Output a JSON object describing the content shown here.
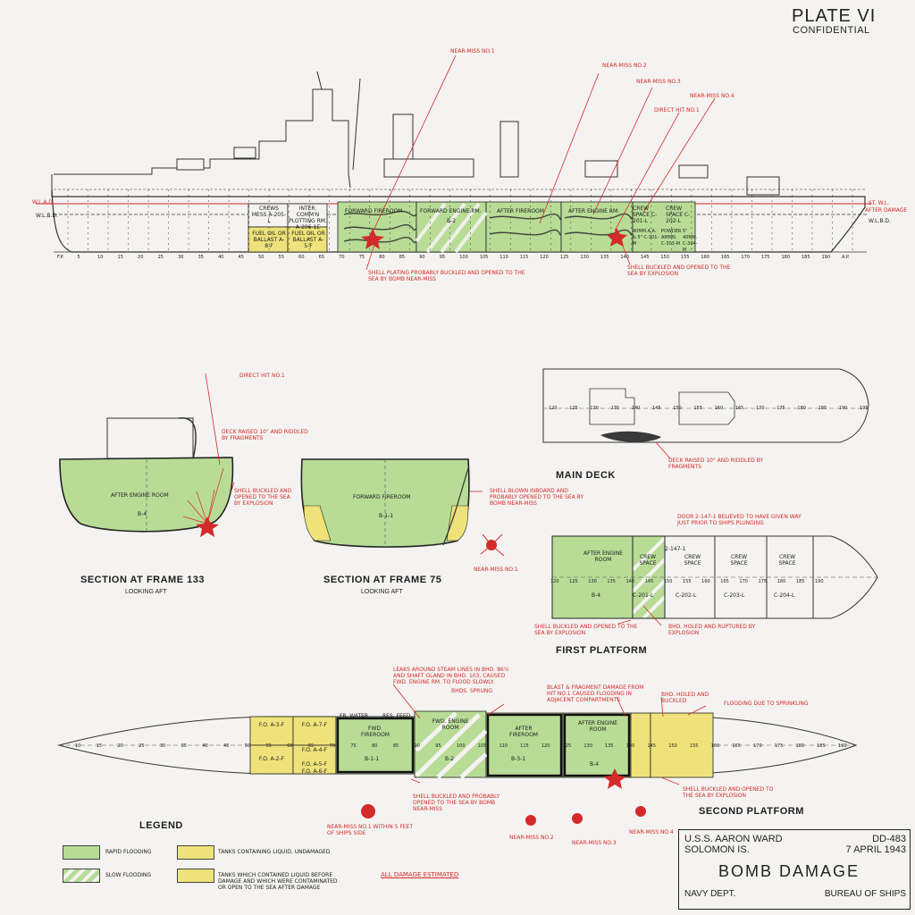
{
  "header": {
    "plate": "PLATE VI",
    "classification": "CONFIDENTIAL"
  },
  "profile": {
    "waterlines": {
      "wlad": "W.L.A.D.",
      "wlbd": "W.L.B.D.",
      "stwl": "ST. W.L.",
      "after_damage": "AFTER DAMAGE",
      "wlbd_right": "W.L.B.D."
    },
    "hits": [
      "NEAR-MISS NO.1",
      "NEAR-MISS NO.2",
      "NEAR-MISS NO.3",
      "DIRECT HIT NO.1",
      "NEAR-MISS NO.4"
    ],
    "compartments": [
      "CREWS MESS A-205-L",
      "INTER. COMM'N PLOTTING RM. A-206-1E",
      "FORWARD FIREROOM",
      "FORWARD ENGINE RM.",
      "B-2",
      "AFTER FIREROOM",
      "AFTER ENGINE RM.",
      "CREW SPACE C-201-L",
      "CREW SPACE C-202-L",
      "FUEL OIL OR BALLAST A-8-F",
      "FUEL OIL OR BALLAST A-5-F",
      "40MM.A.A. & 5\" C-301-M",
      "POWDER AMMN. C-303-M",
      "5\" 40MM. C-304-M"
    ],
    "frames": [
      "F.P.",
      "5",
      "10",
      "15",
      "20",
      "25",
      "30",
      "35",
      "40",
      "45",
      "50",
      "55",
      "60",
      "65",
      "70",
      "75",
      "80",
      "85",
      "90",
      "95",
      "100",
      "105",
      "110",
      "115",
      "120",
      "125",
      "130",
      "135",
      "140",
      "145",
      "150",
      "155",
      "160",
      "165",
      "170",
      "175",
      "180",
      "185",
      "190",
      "A.P."
    ],
    "notes": [
      "SHELL PLATING PROBABLY BUCKLED AND OPENED TO THE SEA BY BOMB NEAR-MISS",
      "SHELL BUCKLED AND OPENED TO THE SEA BY EXPLOSION"
    ]
  },
  "section133": {
    "title": "SECTION AT FRAME 133",
    "sub": "LOOKING AFT",
    "room": "AFTER ENGINE ROOM",
    "code": "B-4",
    "hit": "DIRECT HIT NO.1",
    "note1": "DECK RAISED 10\" AND RIDDLED BY FRAGMENTS",
    "note2": "SHELL BUCKLED AND OPENED TO THE SEA BY EXPLOSION"
  },
  "section75": {
    "title": "SECTION AT FRAME 75",
    "sub": "LOOKING AFT",
    "room": "FORWARD FIREROOM",
    "code": "B-1-1",
    "note": "SHELL BLOWN INBOARD AND PROBABLY OPENED TO THE SEA BY BOMB NEAR-MISS",
    "nearmiss": "NEAR-MISS NO.1"
  },
  "main_deck": {
    "title": "MAIN DECK",
    "frames": [
      "120",
      "125",
      "130",
      "135",
      "140",
      "145",
      "150",
      "155",
      "160",
      "165",
      "170",
      "175",
      "180",
      "185",
      "190",
      "195"
    ],
    "note": "DECK RAISED 10\" AND RIDDLED BY FRAGMENTS"
  },
  "first_platform": {
    "title": "FIRST PLATFORM",
    "note_top": "DOOR 2-147-1 BELIEVED TO HAVE GIVEN WAY JUST PRIOR TO SHIPS PLUNGING",
    "door": "2-147-1",
    "rooms": [
      {
        "name": "AFTER ENGINE ROOM",
        "code": "B-4"
      },
      {
        "name": "CREW SPACE",
        "code": "C-201-L"
      },
      {
        "name": "CREW SPACE",
        "code": "C-202-L"
      },
      {
        "name": "CREW SPACE",
        "code": "C-203-L"
      },
      {
        "name": "CREW SPACE",
        "code": "C-204-L"
      }
    ],
    "frames": [
      "120",
      "125",
      "130",
      "135",
      "140",
      "145",
      "150",
      "155",
      "160",
      "165",
      "170",
      "175",
      "180",
      "185",
      "190"
    ],
    "note_left": "SHELL BUCKLED AND OPENED TO THE SEA BY EXPLOSION",
    "note_right": "BHD. HOLED AND RUPTURED BY EXPLOSION"
  },
  "second_platform": {
    "title": "SECOND PLATFORM",
    "notes": [
      "LEAKS AROUND STEAM LINES IN BHD. 86½ AND SHAFT GLAND IN BHD. 103, CAUSED FWD. ENGINE RM. TO FLOOD SLOWLY.",
      "BHDS. SPRUNG",
      "BLAST & FRAGMENT DAMAGE FROM HIT NO.1 CAUSED FLOODING IN ADJACENT COMPARTMENTS",
      "BHD. HOLED AND BUCKLED",
      "FLOODING DUE TO SPRINKLING",
      "SHELL BUCKLED AND PROBABLY OPENED TO THE SEA BY BOMB NEAR-MISS",
      "SHELL BUCKLED AND OPENED TO THE SEA BY EXPLOSION"
    ],
    "tanks": [
      "F.O. A-3-F",
      "F.O. A-7-F",
      "F.O. A-2-F",
      "F.O. A-4-F",
      "F.O. A-5-F",
      "F.O. A-6-F",
      "FR. WATER",
      "RES. FEED"
    ],
    "rooms": [
      {
        "name": "FWD. FIREROOM",
        "code": "B-1-1"
      },
      {
        "name": "FWD. ENGINE ROOM",
        "code": "B-2"
      },
      {
        "name": "AFTER FIREROOM",
        "code": "B-3-1"
      },
      {
        "name": "AFTER ENGINE ROOM",
        "code": "B-4"
      }
    ],
    "frames": [
      "10",
      "15",
      "20",
      "25",
      "30",
      "35",
      "40",
      "45",
      "50",
      "55",
      "60",
      "65",
      "70",
      "75",
      "80",
      "85",
      "90",
      "95",
      "100",
      "105",
      "110",
      "115",
      "120",
      "125",
      "130",
      "135",
      "140",
      "145",
      "150",
      "155",
      "160",
      "165",
      "170",
      "175",
      "180",
      "185",
      "190"
    ],
    "nearmisses": [
      "NEAR-MISS NO.1 WITHIN 5 FEET OF SHIPS SIDE",
      "NEAR-MISS NO.2",
      "NEAR-MISS NO.3",
      "NEAR-MISS NO.4"
    ]
  },
  "legend": {
    "title": "LEGEND",
    "items": [
      {
        "label": "RAPID FLOODING",
        "color": "#b8dc96"
      },
      {
        "label": "SLOW FLOODING",
        "color": "#b8dc96"
      },
      {
        "label": "TANKS CONTAINING LIQUID, UNDAMAGED",
        "color": "#efe27a"
      },
      {
        "label": "TANKS WHICH CONTAINED LIQUID BEFORE DAMAGE AND WHICH WERE CONTAMINATED OR OPEN TO THE SEA AFTER DAMAGE",
        "color": "#efe27a"
      }
    ],
    "estimate": "ALL DAMAGE ESTIMATED"
  },
  "title_block": {
    "ship": "U.S.S. AARON WARD",
    "place": "SOLOMON IS.",
    "hull": "DD-483",
    "date": "7 APRIL 1943",
    "title": "BOMB DAMAGE",
    "dept": "NAVY DEPT.",
    "bureau": "BUREAU OF SHIPS"
  },
  "colors": {
    "red": "#d42a2a",
    "green": "#b8dc96",
    "yellow": "#efe27a",
    "ink": "#1d1d1d"
  }
}
